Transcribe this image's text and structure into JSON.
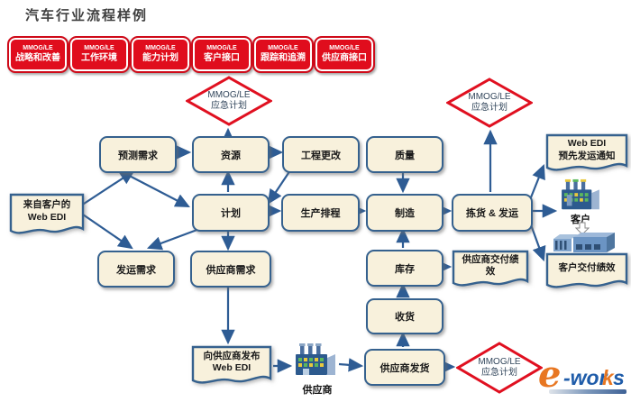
{
  "header": {
    "title": "汽车行业流程样例"
  },
  "mmog_boxes": [
    {
      "line1": "MMOG/LE",
      "line2": "战略和改善"
    },
    {
      "line1": "MMOG/LE",
      "line2": "工作环境"
    },
    {
      "line1": "MMOG/LE",
      "line2": "能力计划"
    },
    {
      "line1": "MMOG/LE",
      "line2": "客户接口"
    },
    {
      "line1": "MMOG/LE",
      "line2": "跟踪和追溯"
    },
    {
      "line1": "MMOG/LE",
      "line2": "供应商接口"
    }
  ],
  "contingency": {
    "line1": "MMOG/LE",
    "line2": "应急计划"
  },
  "nodes": {
    "forecast_demand": "预测需求",
    "resources": "资源",
    "engineering_change": "工程更改",
    "quality": "质量",
    "planning": "计划",
    "production_scheduling": "生产排程",
    "manufacturing": "制造",
    "pick_ship": "拣货 & 发运",
    "shipping_demand": "发运需求",
    "supplier_demand": "供应商需求",
    "inventory": "库存",
    "receiving": "收货",
    "supplier_shipping": "供应商发货"
  },
  "documents": {
    "customer_web_edi": {
      "line1": "来自客户的",
      "line2": "Web EDI"
    },
    "asn": {
      "line1": "Web EDI",
      "line2": "预先发运通知"
    },
    "supplier_delivery_perf": {
      "line1": "供应商交付绩",
      "line2": "效"
    },
    "customer_delivery_perf": {
      "line1": "客户交付绩效",
      "line2": ""
    },
    "release_to_supplier": {
      "line1": "向供应商发布",
      "line2": "Web EDI"
    }
  },
  "labels": {
    "supplier": "供应商",
    "customer": "客户"
  },
  "logo": {
    "e": "e",
    "rest1": "-wor",
    "k": "k",
    "s": "s"
  },
  "colors": {
    "mmog_red": "#e00d1d",
    "diamond_red": "#e01020",
    "node_fill": "#f8f1dc",
    "node_border": "#35618e",
    "arrow": "#2e5c94",
    "logo_orange": "#e87722",
    "logo_blue": "#1f5ca9"
  }
}
